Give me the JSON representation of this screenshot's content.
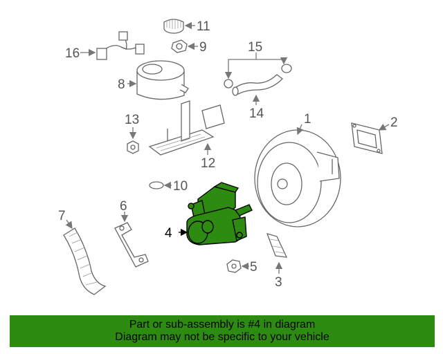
{
  "diagram": {
    "labels": {
      "p1": "1",
      "p2": "2",
      "p3": "3",
      "p4": "4",
      "p5": "5",
      "p6": "6",
      "p7": "7",
      "p8": "8",
      "p9": "9",
      "p10": "10",
      "p11": "11",
      "p12": "12",
      "p13": "13",
      "p14": "14",
      "p15": "15",
      "p16": "16"
    },
    "highlighted_part": "4",
    "highlight_color": "#2e8b12"
  },
  "banner": {
    "line1": "Part or sub-assembly is #4 in diagram",
    "line2": "Diagram may not be specific to your vehicle",
    "background": "#2e8b12"
  }
}
